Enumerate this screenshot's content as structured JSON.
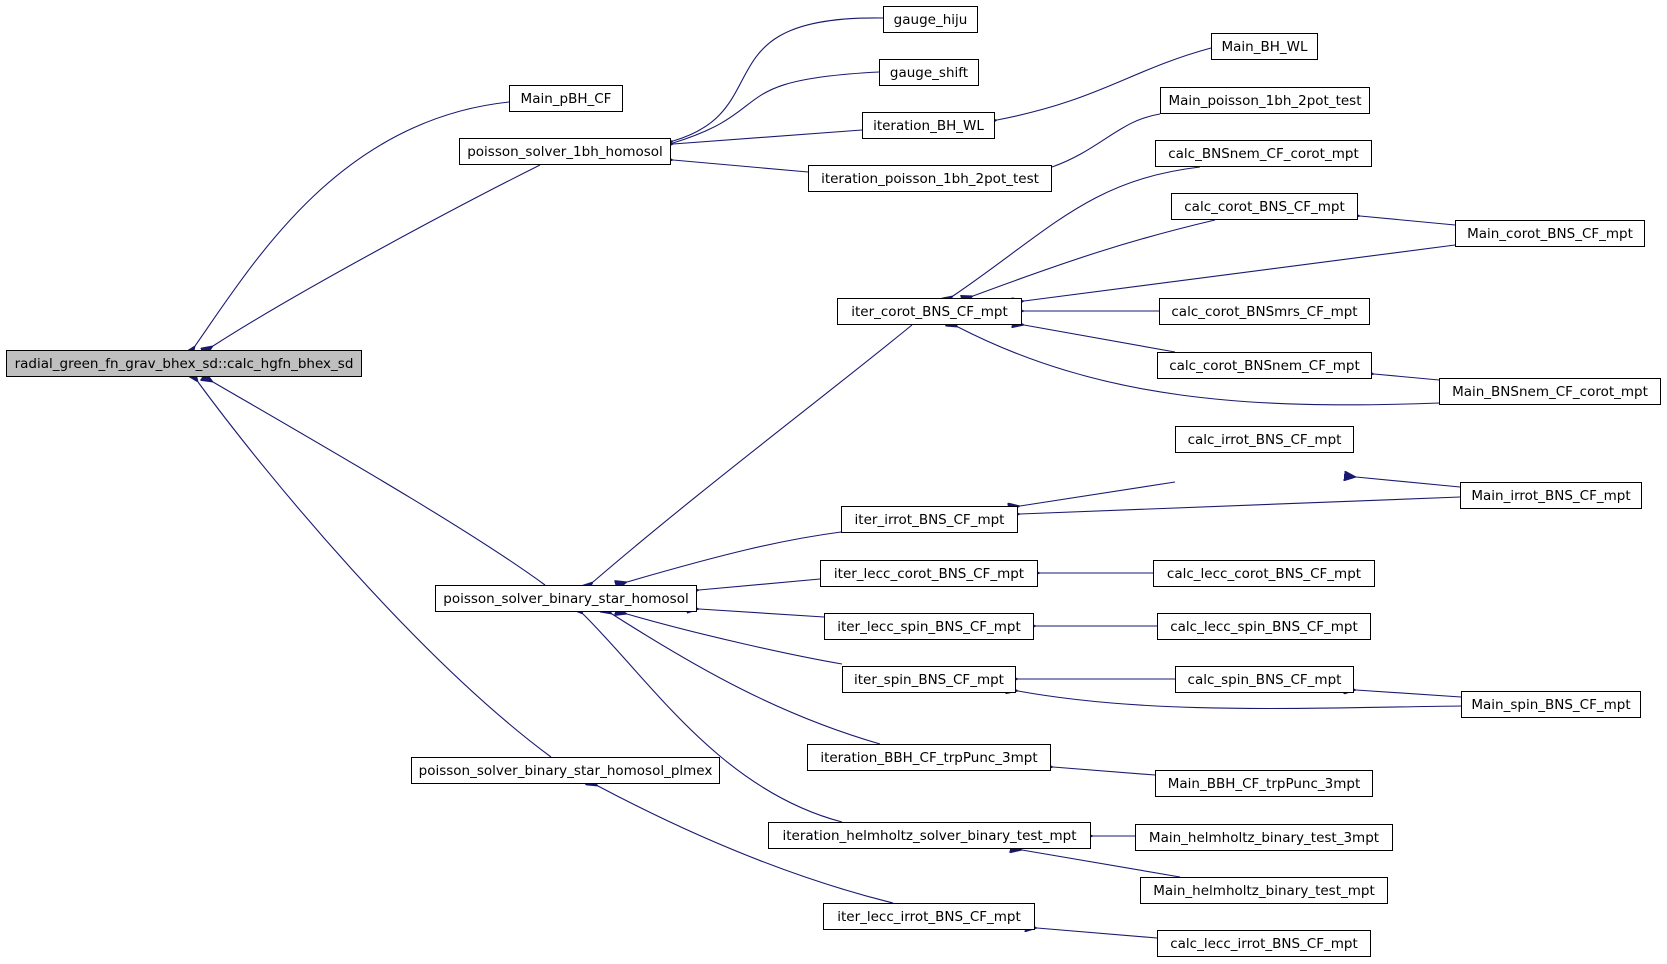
{
  "graph": {
    "root": "radial_green_fn_grav_bhex_sd::calc_hgfn_bhex_sd",
    "nodes": {
      "root": "radial_green_fn_grav_bhex_sd::calc_hgfn_bhex_sd",
      "main_pbh_cf": "Main_pBH_CF",
      "poisson_1bh": "poisson_solver_1bh_homosol",
      "poisson_binary": "poisson_solver_binary_star_homosol",
      "poisson_binary_plmex": "poisson_solver_binary_star_homosol_plmex",
      "gauge_hiju": "gauge_hiju",
      "gauge_shift": "gauge_shift",
      "iteration_bh_wl": "iteration_BH_WL",
      "iteration_poisson_1bh": "iteration_poisson_1bh_2pot_test",
      "main_bh_wl": "Main_BH_WL",
      "main_poisson_1bh": "Main_poisson_1bh_2pot_test",
      "iter_corot": "iter_corot_BNS_CF_mpt",
      "iter_irrot": "iter_irrot_BNS_CF_mpt",
      "iter_lecc_corot": "iter_lecc_corot_BNS_CF_mpt",
      "iter_lecc_spin": "iter_lecc_spin_BNS_CF_mpt",
      "iter_spin": "iter_spin_BNS_CF_mpt",
      "iteration_bbh": "iteration_BBH_CF_trpPunc_3mpt",
      "iteration_helmholtz": "iteration_helmholtz_solver_binary_test_mpt",
      "iter_lecc_irrot": "iter_lecc_irrot_BNS_CF_mpt",
      "calc_bnsnem_cf_corot": "calc_BNSnem_CF_corot_mpt",
      "calc_corot": "calc_corot_BNS_CF_mpt",
      "calc_corot_bnsmrs": "calc_corot_BNSmrs_CF_mpt",
      "calc_corot_bnsnem": "calc_corot_BNSnem_CF_mpt",
      "calc_irrot": "calc_irrot_BNS_CF_mpt",
      "calc_lecc_corot": "calc_lecc_corot_BNS_CF_mpt",
      "calc_lecc_spin": "calc_lecc_spin_BNS_CF_mpt",
      "calc_spin": "calc_spin_BNS_CF_mpt",
      "main_bbh": "Main_BBH_CF_trpPunc_3mpt",
      "main_helm_3mpt": "Main_helmholtz_binary_test_3mpt",
      "main_helm_mpt": "Main_helmholtz_binary_test_mpt",
      "calc_lecc_irrot": "calc_lecc_irrot_BNS_CF_mpt",
      "main_corot": "Main_corot_BNS_CF_mpt",
      "main_bnsnem": "Main_BNSnem_CF_corot_mpt",
      "main_irrot": "Main_irrot_BNS_CF_mpt",
      "main_spin": "Main_spin_BNS_CF_mpt"
    },
    "edges": [
      [
        "main_pbh_cf",
        "root"
      ],
      [
        "poisson_1bh",
        "root"
      ],
      [
        "poisson_binary",
        "root"
      ],
      [
        "poisson_binary_plmex",
        "root"
      ],
      [
        "gauge_hiju",
        "poisson_1bh"
      ],
      [
        "gauge_shift",
        "poisson_1bh"
      ],
      [
        "iteration_bh_wl",
        "poisson_1bh"
      ],
      [
        "iteration_poisson_1bh",
        "poisson_1bh"
      ],
      [
        "main_bh_wl",
        "iteration_bh_wl"
      ],
      [
        "main_poisson_1bh",
        "iteration_poisson_1bh"
      ],
      [
        "iter_corot",
        "poisson_binary"
      ],
      [
        "iter_irrot",
        "poisson_binary"
      ],
      [
        "iter_lecc_corot",
        "poisson_binary"
      ],
      [
        "iter_lecc_spin",
        "poisson_binary"
      ],
      [
        "iter_spin",
        "poisson_binary"
      ],
      [
        "iteration_bbh",
        "poisson_binary"
      ],
      [
        "iteration_helmholtz",
        "poisson_binary"
      ],
      [
        "iter_lecc_irrot",
        "poisson_binary_plmex"
      ],
      [
        "calc_bnsnem_cf_corot",
        "iter_corot"
      ],
      [
        "calc_corot",
        "iter_corot"
      ],
      [
        "main_corot",
        "iter_corot"
      ],
      [
        "calc_corot_bnsmrs",
        "iter_corot"
      ],
      [
        "calc_corot_bnsnem",
        "iter_corot"
      ],
      [
        "main_bnsnem",
        "iter_corot"
      ],
      [
        "main_corot",
        "calc_corot"
      ],
      [
        "main_bnsnem",
        "calc_corot_bnsnem"
      ],
      [
        "calc_irrot",
        "iter_irrot"
      ],
      [
        "main_irrot",
        "iter_irrot"
      ],
      [
        "main_irrot",
        "calc_irrot"
      ],
      [
        "calc_lecc_corot",
        "iter_lecc_corot"
      ],
      [
        "calc_lecc_spin",
        "iter_lecc_spin"
      ],
      [
        "calc_spin",
        "iter_spin"
      ],
      [
        "main_spin",
        "iter_spin"
      ],
      [
        "main_spin",
        "calc_spin"
      ],
      [
        "main_bbh",
        "iteration_bbh"
      ],
      [
        "main_helm_3mpt",
        "iteration_helmholtz"
      ],
      [
        "main_helm_mpt",
        "iteration_helmholtz"
      ],
      [
        "calc_lecc_irrot",
        "iter_lecc_irrot"
      ]
    ],
    "colors": {
      "edge": "#191970",
      "node_border": "#000000",
      "node_fill": "#ffffff",
      "root_fill": "#bfbfbf"
    }
  }
}
